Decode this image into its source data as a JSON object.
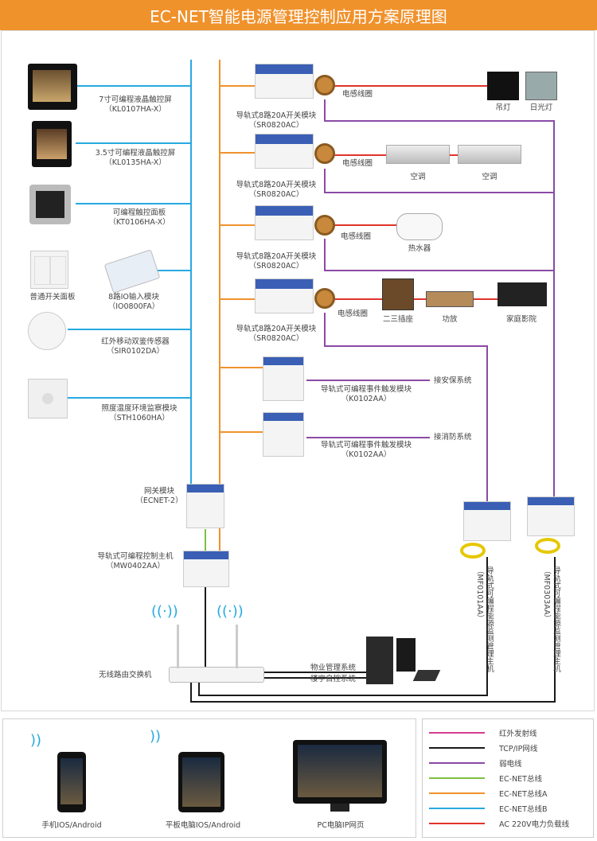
{
  "title": "EC-NET智能电源管理控制应用方案原理图",
  "colors": {
    "header": "#f0922c",
    "ir": "#d63d8f",
    "tcp": "#1a1a1a",
    "weak": "#8a4aa6",
    "ecnet": "#7cc242",
    "ecnet_a": "#f0922c",
    "ecnet_b": "#27a9e1",
    "ac220": "#e0332a"
  },
  "left_devices": [
    {
      "name": "7寸可编程液晶触控屏",
      "model": "（KL0107HA-X）"
    },
    {
      "name": "3.5寸可编程液晶触控屏",
      "model": "（KL0135HA-X）"
    },
    {
      "name": "可编程触控面板",
      "model": "（KT0106HA-X）"
    },
    {
      "name": "普通开关面板",
      "model": ""
    },
    {
      "name": "8路IO输入模块",
      "model": "（IO0800FA）"
    },
    {
      "name": "红外移动双鉴传感器",
      "model": "（SIR0102DA）"
    },
    {
      "name": "照度温度环境监察模块",
      "model": "（STH1060HA）"
    }
  ],
  "switch_modules": [
    {
      "name": "导轨式8路20A开关模块",
      "model": "（SR0820AC）",
      "coil": "电感线圈",
      "loads": [
        "吊灯",
        "日光灯"
      ]
    },
    {
      "name": "导轨式8路20A开关模块",
      "model": "（SR0820AC）",
      "coil": "电感线圈",
      "loads": [
        "空调",
        "空调"
      ]
    },
    {
      "name": "导轨式8路20A开关模块",
      "model": "（SR0820AC）",
      "coil": "电感线圈",
      "loads": [
        "热水器"
      ]
    },
    {
      "name": "导轨式8路20A开关模块",
      "model": "（SR0820AC）",
      "coil": "电感线圈",
      "loads": [
        "二三插座",
        "功放",
        "家庭影院"
      ]
    }
  ],
  "trigger_modules": [
    {
      "name": "导轨式可编程事件触发模块",
      "model": "（K0102AA）",
      "target": "接安保系统"
    },
    {
      "name": "导轨式可编程事件触发模块",
      "model": "（K0102AA）",
      "target": "接消防系统"
    }
  ],
  "gateway": {
    "name": "网关模块",
    "model": "（ECNET-2）"
  },
  "host": {
    "name": "导轨式可编程控制主机",
    "model": "（MW0402AA）"
  },
  "router": {
    "name": "无线路由交换机"
  },
  "systems": [
    "物业管理系统",
    "楼宇自控系统"
  ],
  "meters": [
    {
      "name": "导轨式可编程能源监测管理主机",
      "model": "（MF0101AA）"
    },
    {
      "name": "导轨式可编程能源监测管理主机",
      "model": "（MF0303AA）"
    }
  ],
  "clients": [
    {
      "name": "手机IOS/Android"
    },
    {
      "name": "平板电脑IOS/Android"
    },
    {
      "name": "PC电脑IP网页"
    }
  ],
  "legend": [
    {
      "label": "红外发射线",
      "color": "#d63d8f"
    },
    {
      "label": "TCP/IP网线",
      "color": "#1a1a1a"
    },
    {
      "label": "弱电线",
      "color": "#8a4aa6"
    },
    {
      "label": "EC-NET总线",
      "color": "#7cc242"
    },
    {
      "label": "EC-NET总线A",
      "color": "#f0922c"
    },
    {
      "label": "EC-NET总线B",
      "color": "#27a9e1"
    },
    {
      "label": "AC 220V电力负载线",
      "color": "#e0332a"
    }
  ]
}
